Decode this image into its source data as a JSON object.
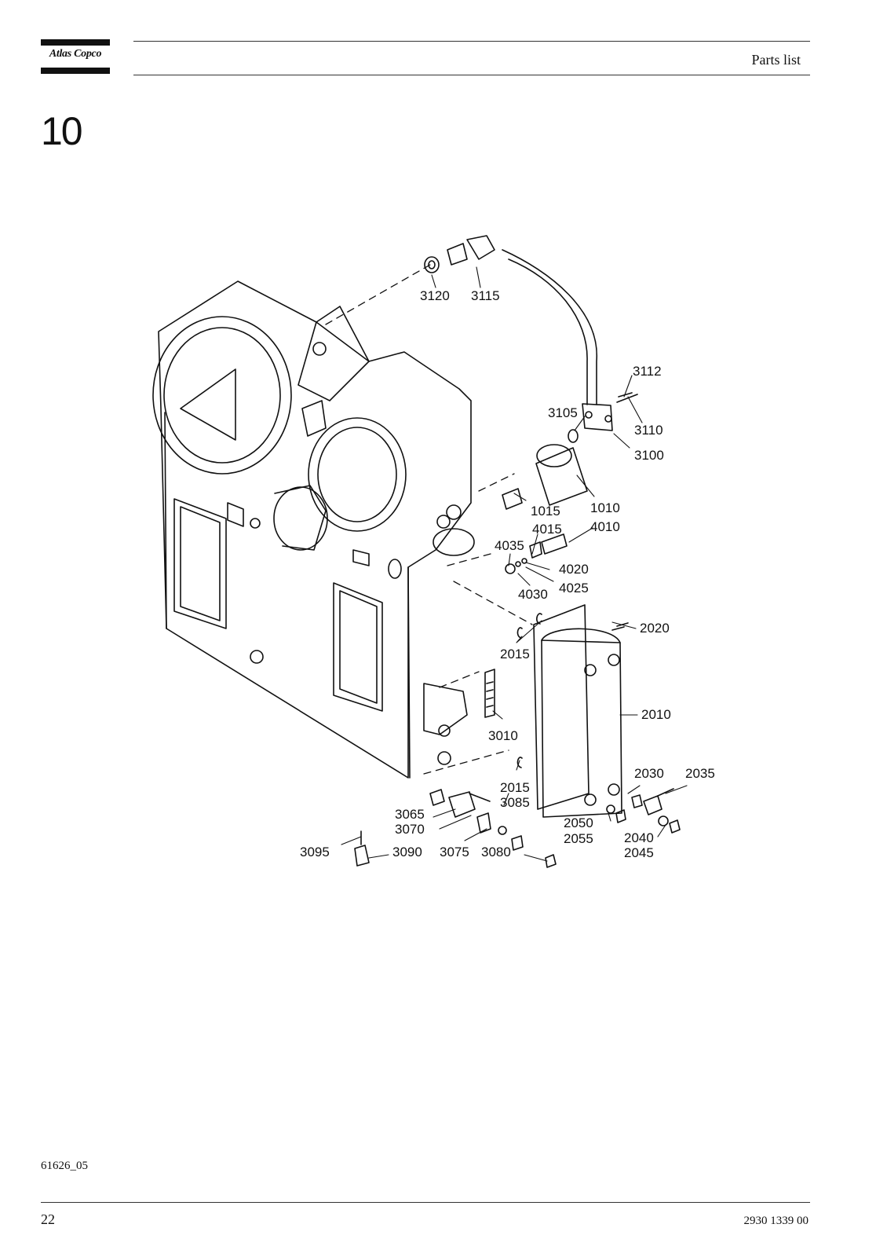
{
  "header": {
    "brand": "Atlas Copco",
    "title": "Parts list"
  },
  "section": {
    "number": "10"
  },
  "figure": {
    "callouts": {
      "c3120": "3120",
      "c3115": "3115",
      "c3112": "3112",
      "c3110": "3110",
      "c3105": "3105",
      "c3100": "3100",
      "c1010": "1010",
      "c1015": "1015",
      "c4015": "4015",
      "c4010": "4010",
      "c4035": "4035",
      "c4020": "4020",
      "c4030": "4030",
      "c4025": "4025",
      "c2020": "2020",
      "c2015a": "2015",
      "c2010": "2010",
      "c3010": "3010",
      "c2015b": "2015",
      "c3085": "3085",
      "c2030": "2030",
      "c2035": "2035",
      "c3065": "3065",
      "c3070": "3070",
      "c2050": "2050",
      "c2055": "2055",
      "c2040": "2040",
      "c2045": "2045",
      "c3095": "3095",
      "c3090": "3090",
      "c3075": "3075",
      "c3080": "3080"
    },
    "reference": "61626_05"
  },
  "footer": {
    "page_number": "22",
    "document_number": "2930 1339 00"
  }
}
